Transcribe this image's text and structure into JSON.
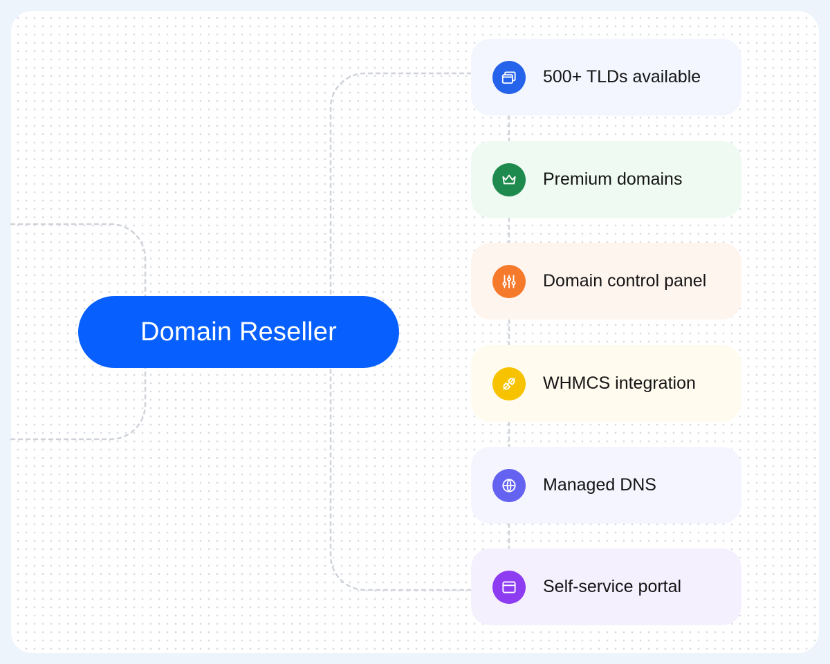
{
  "center": {
    "label": "Domain Reseller",
    "color": "#0760fd"
  },
  "features": [
    {
      "label": "500+ TLDs available",
      "icon": "stacked-windows-icon",
      "icon_color": "#2563eb",
      "bg_color": "#f3f6fe"
    },
    {
      "label": "Premium domains",
      "icon": "crown-icon",
      "icon_color": "#1f8a4d",
      "bg_color": "#eefaf2"
    },
    {
      "label": "Domain control panel",
      "icon": "sliders-icon",
      "icon_color": "#f57a2c",
      "bg_color": "#fff5ef"
    },
    {
      "label": "WHMCS integration",
      "icon": "plug-icon",
      "icon_color": "#f7c300",
      "bg_color": "#fffbee"
    },
    {
      "label": "Managed DNS",
      "icon": "globe-icon",
      "icon_color": "#6462f0",
      "bg_color": "#f4f5ff"
    },
    {
      "label": "Self-service portal",
      "icon": "browser-window-icon",
      "icon_color": "#8e3cf1",
      "bg_color": "#f5f0fe"
    }
  ]
}
